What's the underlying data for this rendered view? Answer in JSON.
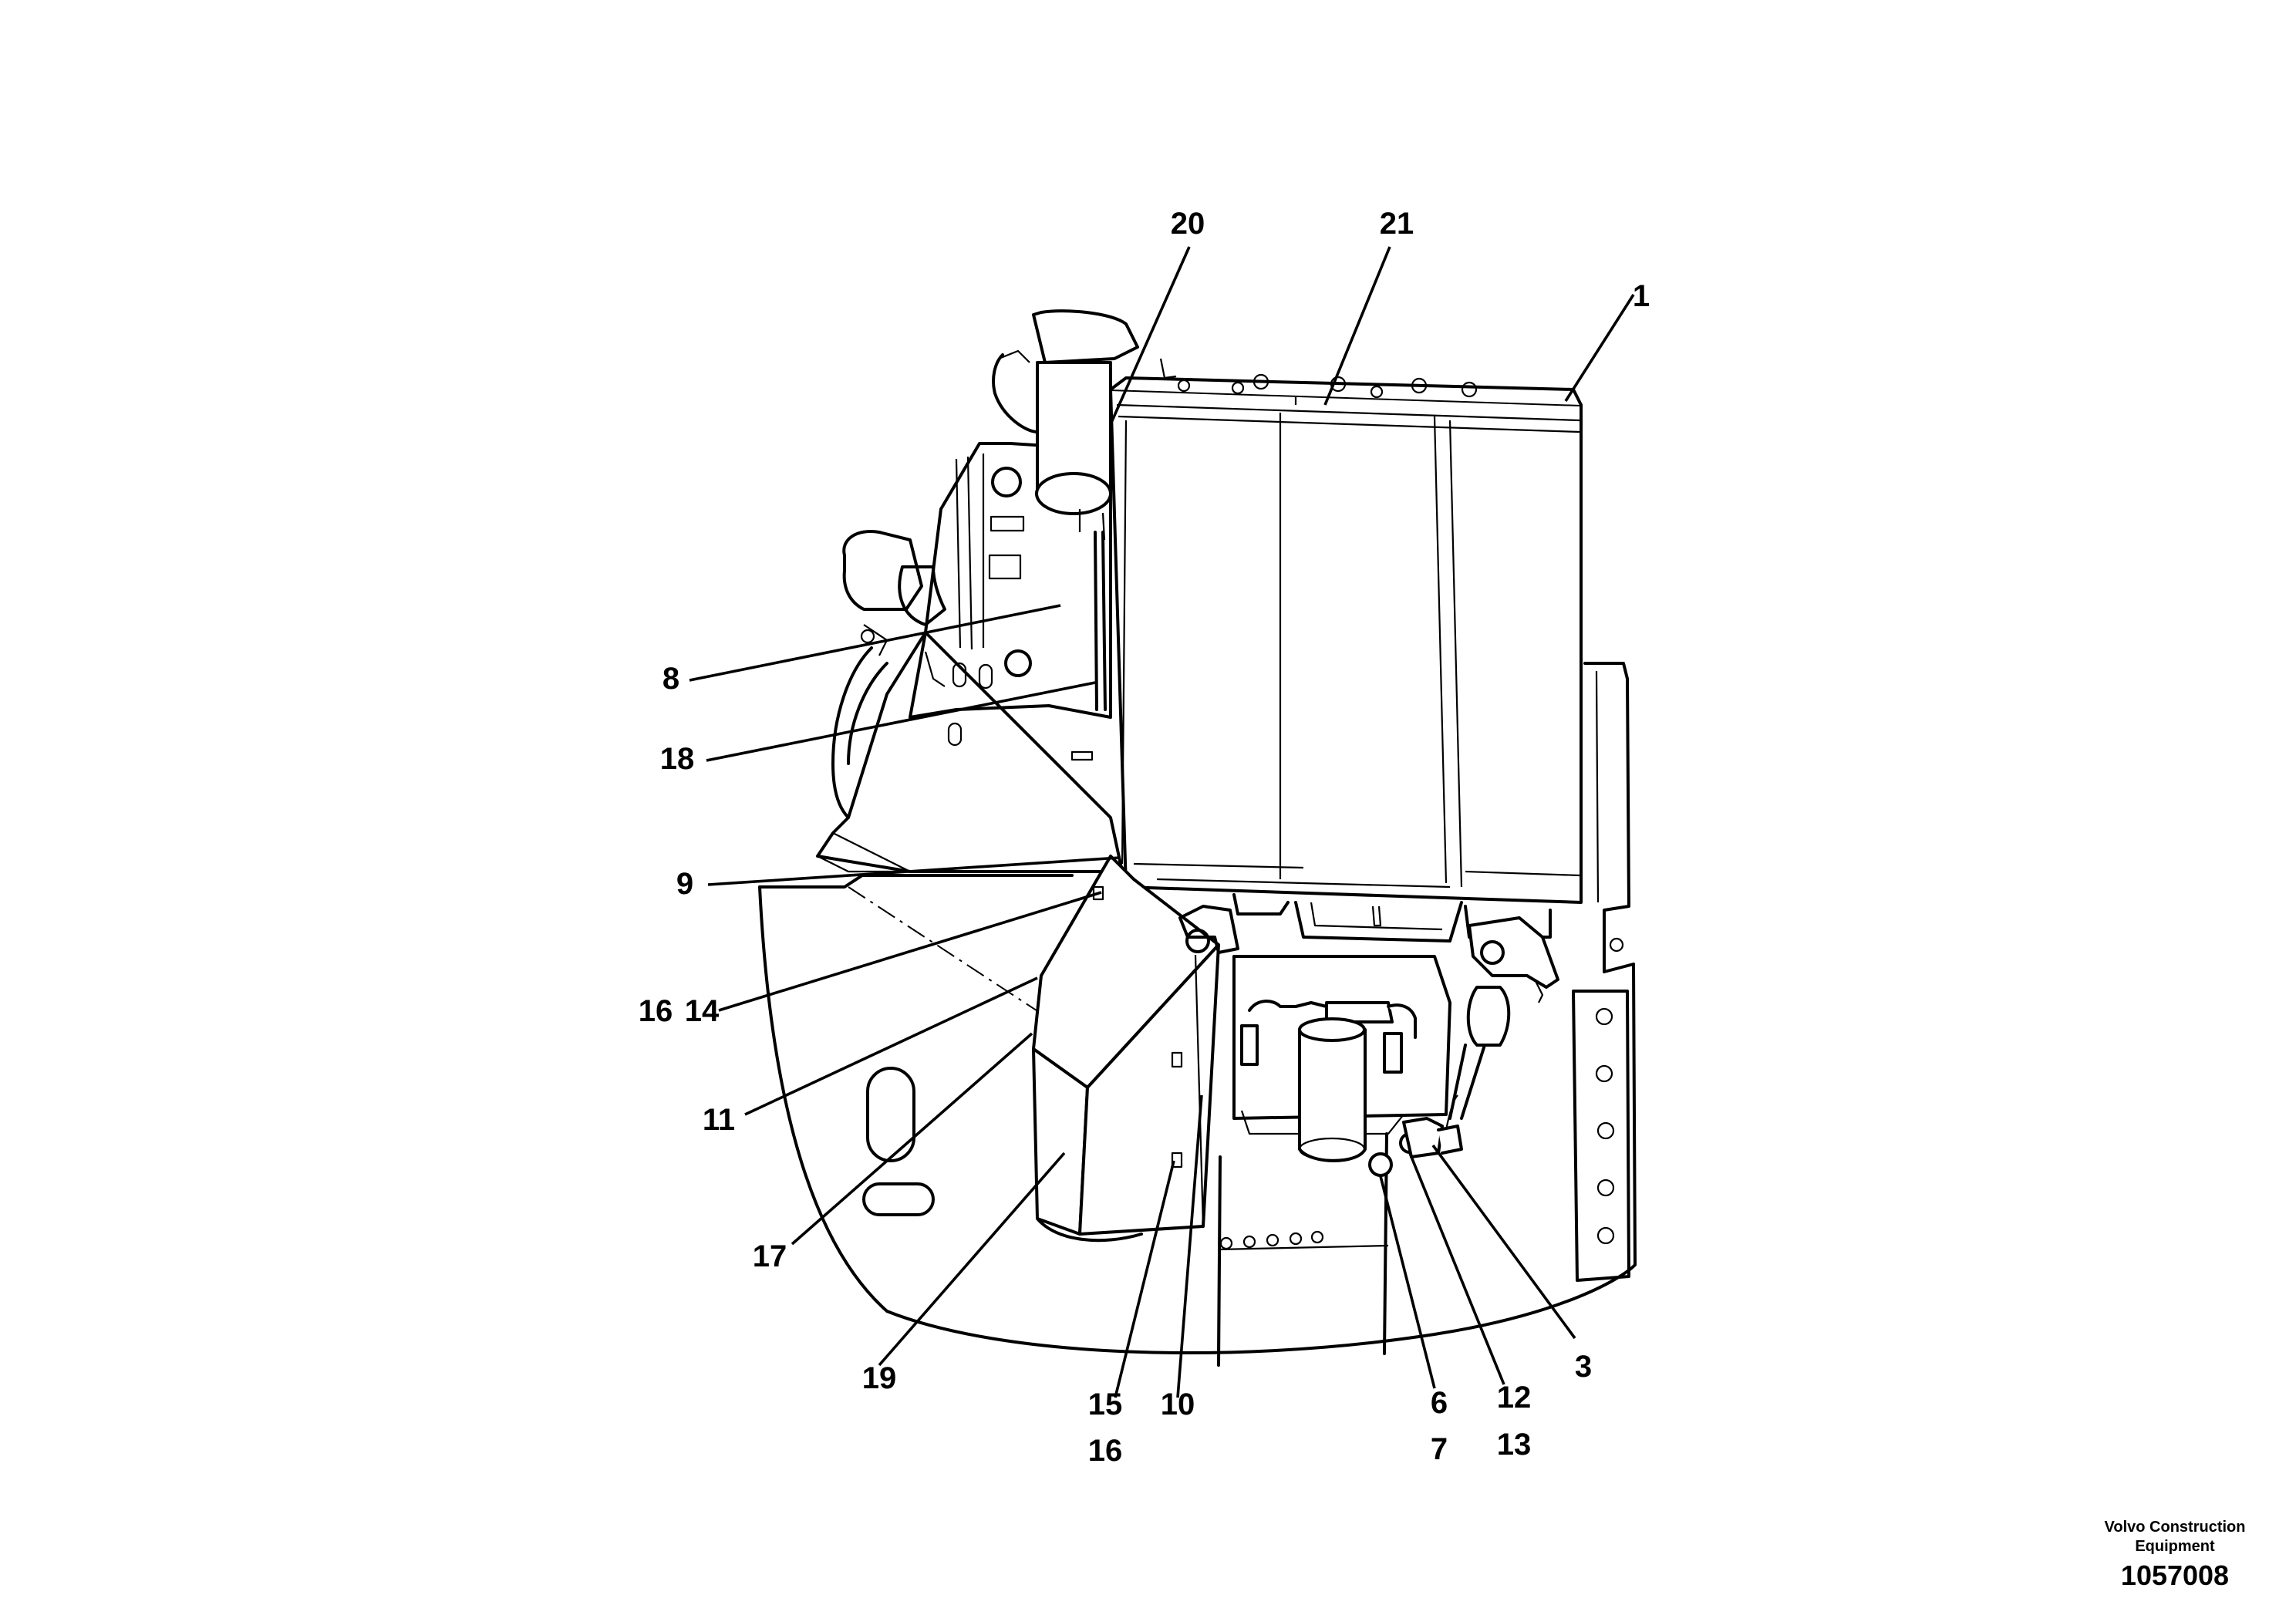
{
  "callouts": [
    {
      "id": "c20",
      "text": "20"
    },
    {
      "id": "c21",
      "text": "21"
    },
    {
      "id": "c1",
      "text": "1"
    },
    {
      "id": "c8",
      "text": "8"
    },
    {
      "id": "c18",
      "text": "18"
    },
    {
      "id": "c9",
      "text": "9"
    },
    {
      "id": "c16a",
      "text": "16"
    },
    {
      "id": "c14",
      "text": "14"
    },
    {
      "id": "c11",
      "text": "11"
    },
    {
      "id": "c17",
      "text": "17"
    },
    {
      "id": "c19",
      "text": "19"
    },
    {
      "id": "c15",
      "text": "15"
    },
    {
      "id": "c16b",
      "text": "16"
    },
    {
      "id": "c10",
      "text": "10"
    },
    {
      "id": "c6",
      "text": "6"
    },
    {
      "id": "c7",
      "text": "7"
    },
    {
      "id": "c12",
      "text": "12"
    },
    {
      "id": "c13",
      "text": "13"
    },
    {
      "id": "c3",
      "text": "3"
    }
  ],
  "footer": {
    "company": "Volvo Construction Equipment",
    "drawing_number": "1057008"
  }
}
